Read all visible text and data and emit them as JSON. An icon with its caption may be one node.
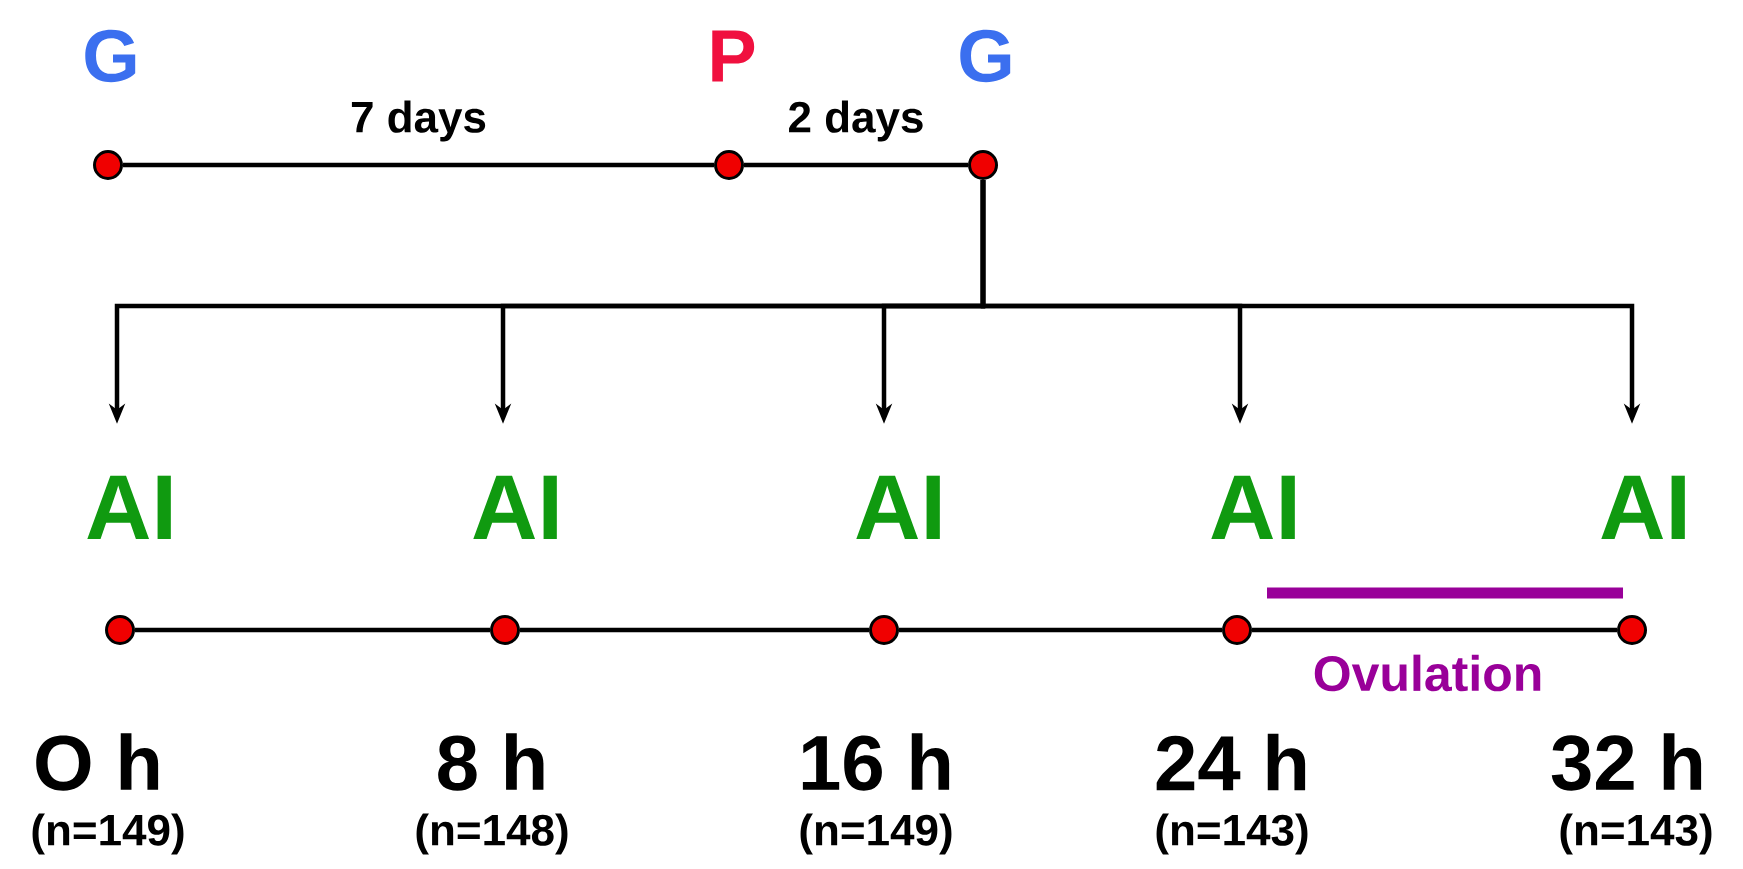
{
  "diagram": {
    "nodes": [
      {
        "text": [
          "G"
        ]
      },
      {
        "text": [
          "P"
        ]
      },
      {
        "text": [
          "G"
        ]
      },
      {
        "text": [
          "AI"
        ]
      },
      {
        "text": [
          "AI"
        ]
      },
      {
        "text": [
          "AI"
        ]
      },
      {
        "text": [
          "AI"
        ]
      },
      {
        "text": [
          "AI"
        ]
      },
      {
        "text": [],
        "shape": "circle",
        "beside": [
          "O h",
          "(n=149)"
        ]
      },
      {
        "text": [],
        "shape": "circle",
        "beside": [
          "8 h",
          "(n=148)"
        ]
      },
      {
        "text": [],
        "shape": "circle",
        "beside": [
          "16 h",
          "(n=149)"
        ]
      },
      {
        "text": [],
        "shape": "circle",
        "beside": [
          "24 h",
          "(n=143)"
        ]
      },
      {
        "text": [],
        "shape": "circle",
        "beside": [
          "32 h",
          "(n=143)"
        ]
      }
    ],
    "edges": [
      {
        "from": 0,
        "to": 1,
        "arrow": "none",
        "label": "7 days"
      },
      {
        "from": 1,
        "to": 2,
        "arrow": "none",
        "label": "2 days"
      },
      {
        "from": 2,
        "to": 3,
        "arrow": "to"
      },
      {
        "from": 2,
        "to": 4,
        "arrow": "to"
      },
      {
        "from": 2,
        "to": 5,
        "arrow": "to"
      },
      {
        "from": 2,
        "to": 6,
        "arrow": "to"
      },
      {
        "from": 2,
        "to": 7,
        "arrow": "to"
      },
      {
        "from": 8,
        "to": 9,
        "arrow": "none"
      },
      {
        "from": 9,
        "to": 10,
        "arrow": "none"
      },
      {
        "from": 10,
        "to": 11,
        "arrow": "none"
      },
      {
        "from": 11,
        "to": 12,
        "arrow": "none"
      }
    ],
    "labels": [
      "Ovulation"
    ]
  }
}
